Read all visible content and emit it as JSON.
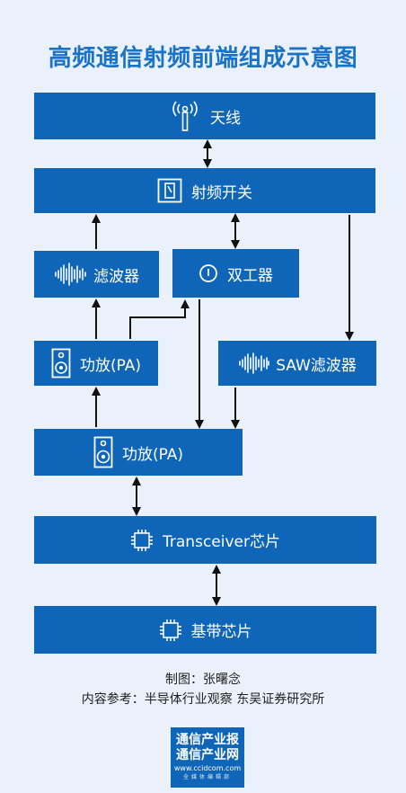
{
  "title": "高频通信射频前端组成示意图",
  "nodes": {
    "antenna": "天线",
    "rf_switch": "射频开关",
    "filter": "滤波器",
    "duplexer": "双工器",
    "pa_small": "功放(PA)",
    "saw_filter": "SAW滤波器",
    "pa_large": "功放(PA)",
    "transceiver": "Transceiver芯片",
    "baseband": "基带芯片"
  },
  "credits": {
    "author": "制图：张曙念",
    "references": "内容参考：半导体行业观察  东吴证券研究所"
  },
  "badge": {
    "line1": "通信产业报",
    "line2": "通信产业网",
    "url": "www.ccidcom.com",
    "tagline": "全媒体编辑部"
  },
  "colors": {
    "box": "#0f66b8",
    "title": "#1a73c6",
    "background": "#eaf1fa",
    "arrow": "#111111"
  }
}
